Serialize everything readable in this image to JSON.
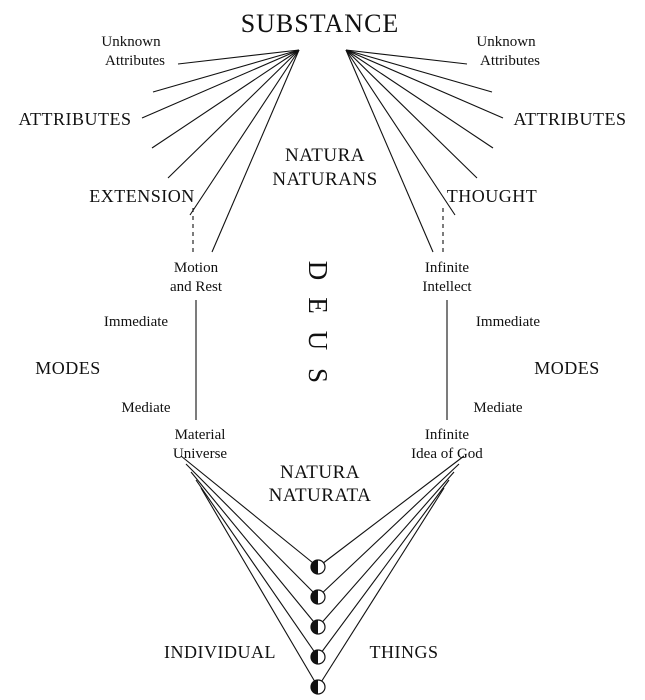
{
  "diagram": {
    "title": "SUBSTANCE",
    "natura_naturans": [
      "NATURA",
      "NATURANS"
    ],
    "natura_naturata": [
      "NATURA",
      "NATURATA"
    ],
    "deus": [
      "D",
      "E",
      "U",
      "S"
    ],
    "left": {
      "unknown_attributes": [
        "Unknown",
        "Attributes"
      ],
      "attributes": "ATTRIBUTES",
      "extension": "EXTENSION",
      "motion_and_rest": [
        "Motion",
        "and Rest"
      ],
      "immediate": "Immediate",
      "modes": "MODES",
      "mediate": "Mediate",
      "material_universe": [
        "Material",
        "Universe"
      ]
    },
    "right": {
      "unknown_attributes": [
        "Unknown",
        "Attributes"
      ],
      "attributes": "ATTRIBUTES",
      "thought": "THOUGHT",
      "infinite_intellect": [
        "Infinite",
        "Intellect"
      ],
      "immediate": "Immediate",
      "modes": "MODES",
      "mediate": "Mediate",
      "infinite_idea_of_god": [
        "Infinite",
        "Idea of God"
      ]
    },
    "bottom": {
      "individual": "INDIVIDUAL",
      "things": "THINGS"
    },
    "colors": {
      "ink": "#111111",
      "background": "#ffffff"
    }
  }
}
